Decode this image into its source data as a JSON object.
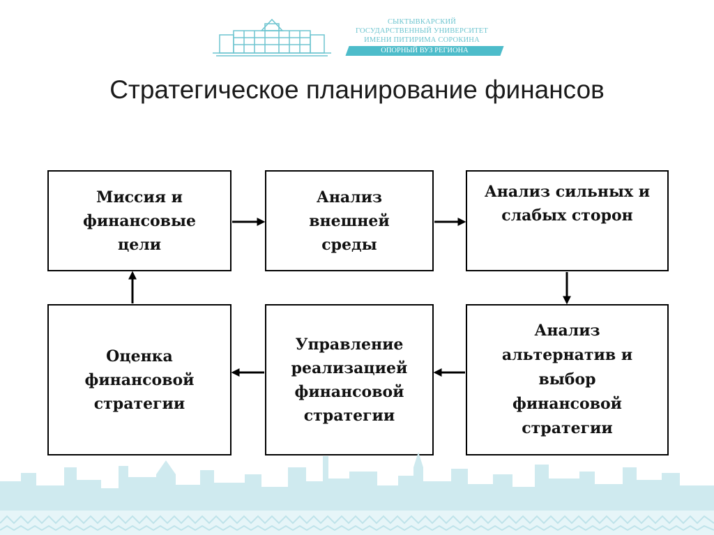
{
  "header": {
    "logo_lines": [
      "СЫКТЫВКАРСКИЙ",
      "ГОСУДАРСТВЕННЫЙ УНИВЕРСИТЕТ",
      "ИМЕНИ ПИТИРИМА СОРОКИНА"
    ],
    "logo_tagline": "ОПОРНЫЙ ВУЗ РЕГИОНА"
  },
  "slide": {
    "title": "Стратегическое планирование финансов"
  },
  "diagram": {
    "boxes": [
      {
        "label": "Миссия и\nфинансовые\nцели"
      },
      {
        "label": "Анализ\nвнешней\nсреды"
      },
      {
        "label": "Анализ сильных и\nслабых сторон"
      },
      {
        "label": "Анализ\nальтернатив и\nвыбор\nфинансовой\nстратегии"
      },
      {
        "label": "Управление\nреализацией\nфинансовой\nстратегии"
      },
      {
        "label": "Оценка\nфинансовой\nстратегии"
      }
    ]
  },
  "colors": {
    "accent": "#4dbcca",
    "skyline": "#cfeaef",
    "ornament": "#bfe3ea"
  }
}
